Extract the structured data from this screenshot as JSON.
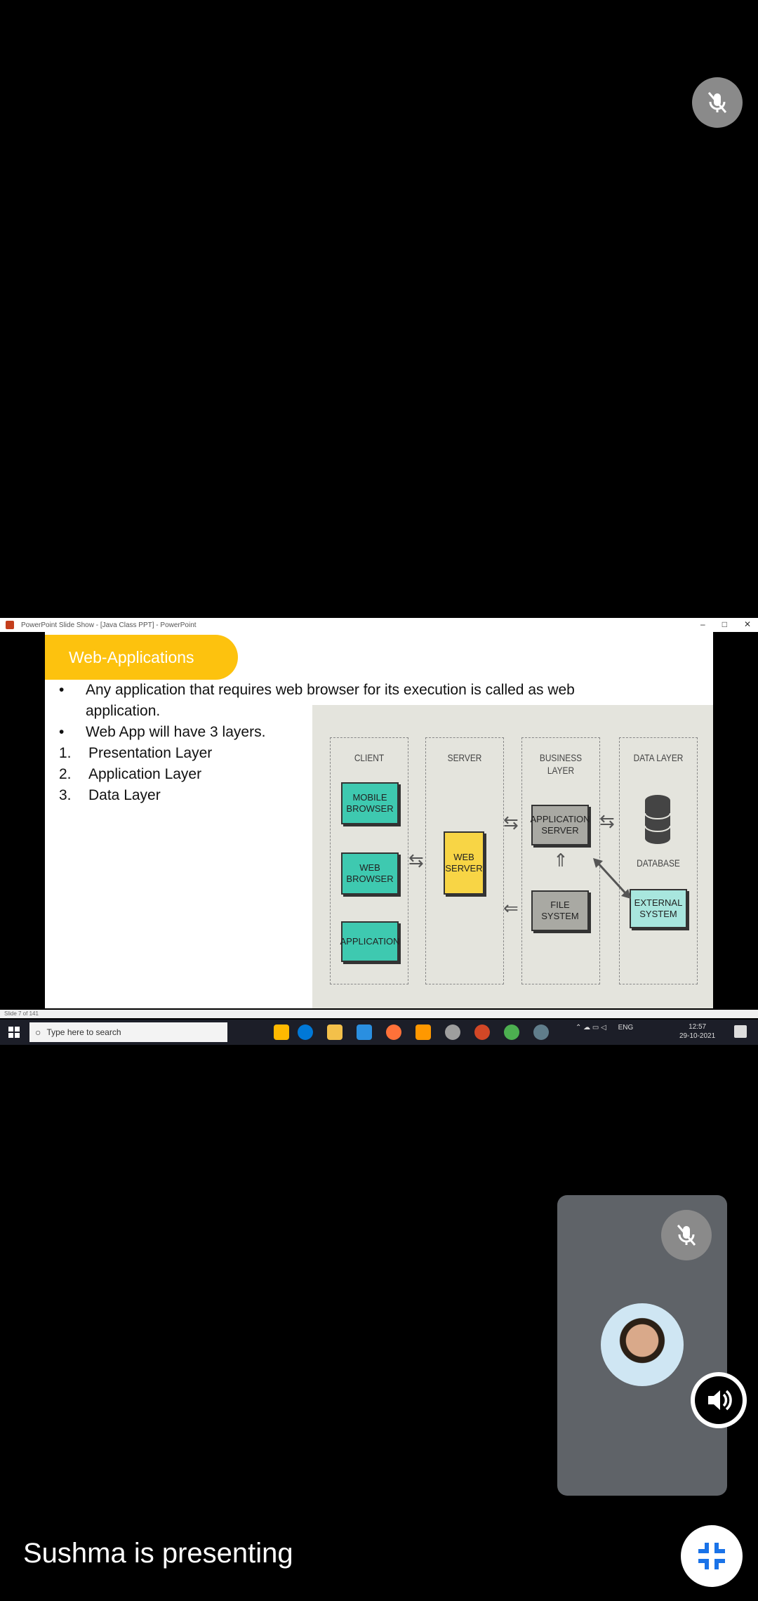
{
  "window": {
    "title": "PowerPoint Slide Show - [Java Class PPT] - PowerPoint"
  },
  "slide": {
    "title": "Web-Applications",
    "bullets": [
      {
        "marker": "•",
        "text": "Any application that requires web browser for its execution is called as web"
      },
      {
        "marker": "",
        "text": "application."
      },
      {
        "marker": "•",
        "text": "Web App will have 3 layers."
      },
      {
        "marker": "1.",
        "text": "Presentation Layer"
      },
      {
        "marker": "2.",
        "text": "Application Layer"
      },
      {
        "marker": "3.",
        "text": "Data Layer"
      }
    ],
    "diagram": {
      "columns": [
        "CLIENT",
        "SERVER",
        "BUSINESS LAYER",
        "DATA LAYER"
      ],
      "client_boxes": [
        "MOBILE BROWSER",
        "WEB BROWSER",
        "APPLICATION"
      ],
      "server_box": "WEB SERVER",
      "business_boxes": [
        "APPLICATION SERVER",
        "FILE SYSTEM"
      ],
      "data_labels": [
        "DATABASE",
        "EXTERNAL SYSTEM"
      ]
    },
    "footer": "Slide 7 of 141"
  },
  "taskbar": {
    "search_placeholder": "Type here to search",
    "language": "ENG",
    "time": "12:57",
    "date": "29-10-2021"
  },
  "meeting": {
    "presenting_text": "Sushma is presenting"
  },
  "colors": {
    "accent_yellow": "#fdc20e",
    "tile_grey": "#5f6368",
    "exit_icon_blue": "#1a73e8"
  }
}
